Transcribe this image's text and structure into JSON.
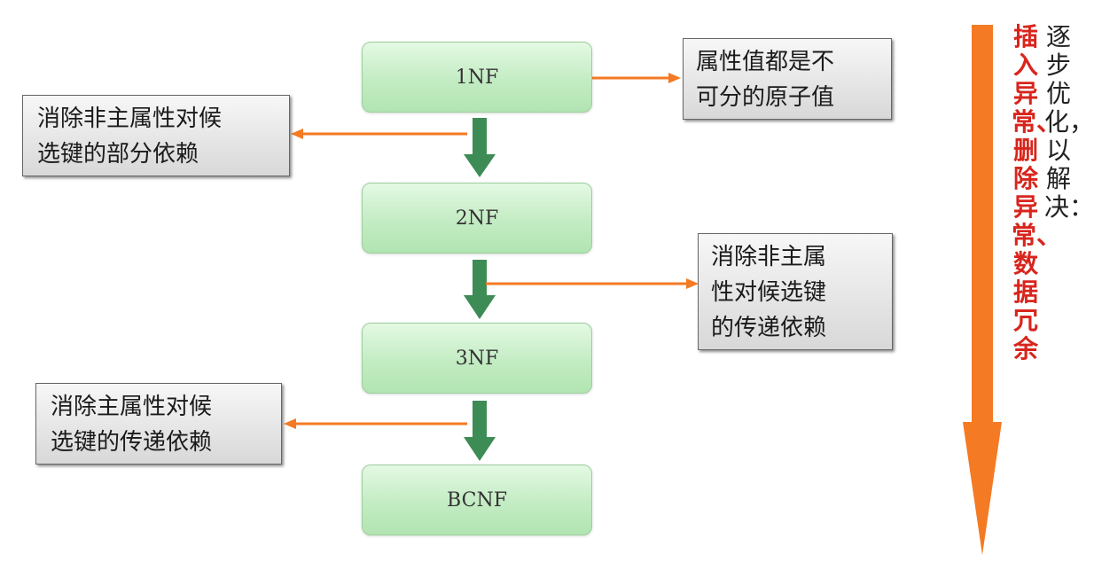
{
  "levels": {
    "l1": "1NF",
    "l2": "2NF",
    "l3": "3NF",
    "l4": "BCNF"
  },
  "notes": {
    "n1": {
      "line1": "属性值都是不",
      "line2": "可分的原子值"
    },
    "n2": {
      "line1": "消除非主属性对候",
      "line2": "选键的部分依赖"
    },
    "n3": {
      "line1": "消除非主属",
      "line2": "性对候选键",
      "line3": "的传递依赖"
    },
    "n4": {
      "line1": "消除主属性对候",
      "line2": "选键的传递依赖"
    }
  },
  "side": {
    "progress_text": "逐步优化，以解决：",
    "problems_text": "插入异常、删除异常、数据冗余"
  },
  "colors": {
    "orange_arrow": "#f47a23",
    "green_arrow": "#3d8b55",
    "red_text": "#d8251d"
  }
}
